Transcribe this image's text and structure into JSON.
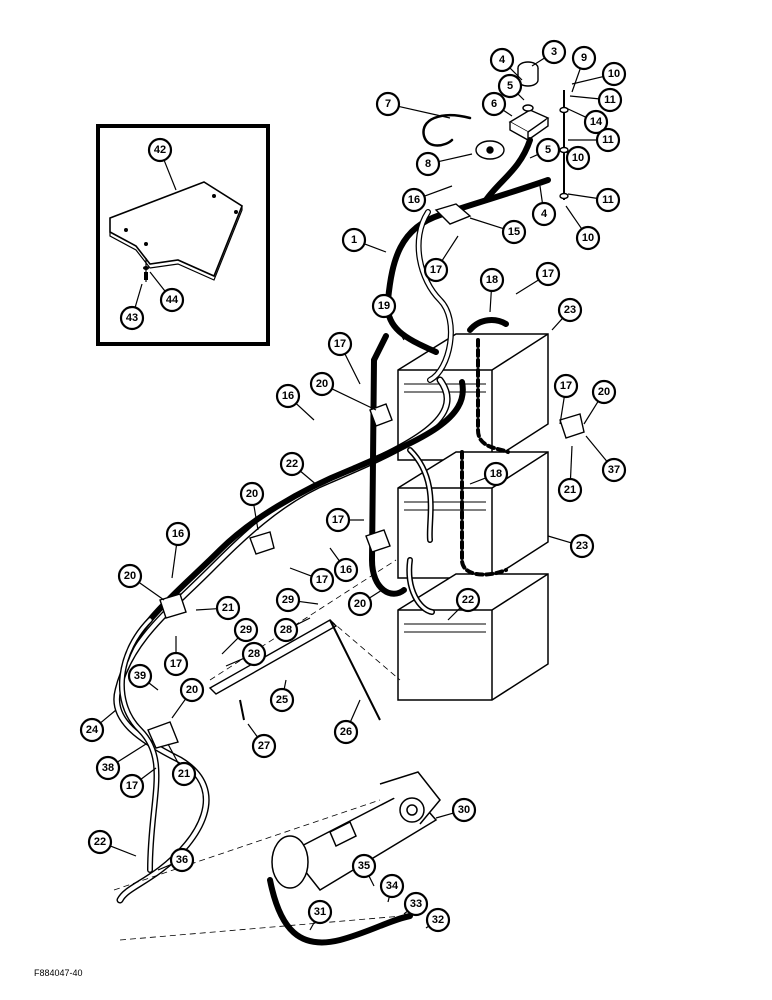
{
  "figure": {
    "reference_code": "F884047-40",
    "inset_callouts": [
      "42",
      "43",
      "44"
    ]
  },
  "callouts": [
    "1",
    "3",
    "4",
    "5",
    "6",
    "7",
    "8",
    "9",
    "10",
    "11",
    "14",
    "15",
    "16",
    "17",
    "18",
    "19",
    "20",
    "21",
    "22",
    "23",
    "24",
    "25",
    "26",
    "27",
    "28",
    "29",
    "30",
    "31",
    "32",
    "33",
    "34",
    "35",
    "36",
    "37",
    "38",
    "39",
    "42",
    "43",
    "44"
  ],
  "parts": {
    "battery_cable": "1",
    "batteries": "23",
    "starter_motor": "30",
    "shield_plate": "42"
  }
}
